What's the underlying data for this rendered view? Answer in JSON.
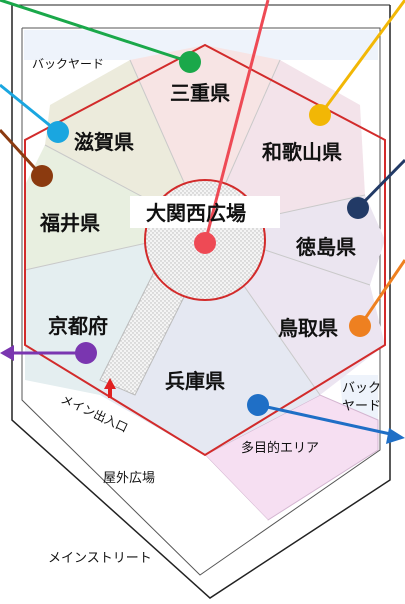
{
  "map": {
    "center": "大関西広場",
    "backyard_top": "バックヤード",
    "backyard_right_line1": "バック",
    "backyard_right_line2": "ヤード",
    "main_entrance": "メイン出入口",
    "multipurpose": "多目的エリア",
    "outdoor_plaza": "屋外広場",
    "main_street": "メインストリート",
    "prefectures": {
      "mie": "三重県",
      "shiga": "滋賀県",
      "wakayama": "和歌山県",
      "fukui": "福井県",
      "tokushima": "徳島県",
      "kyoto": "京都府",
      "tottori": "鳥取県",
      "hyogo": "兵庫県"
    }
  },
  "colors": {
    "hexagon_border": "#d22b2b",
    "pointer_green": "#1aa84a",
    "pointer_cyan": "#1aa6e0",
    "pointer_brown": "#8b3a0f",
    "pointer_red": "#ee4a55",
    "pointer_yellow": "#f2b705",
    "pointer_navy": "#223a66",
    "pointer_orange": "#ee8020",
    "pointer_purple": "#7a36b0",
    "pointer_blue": "#1f6fc6"
  }
}
